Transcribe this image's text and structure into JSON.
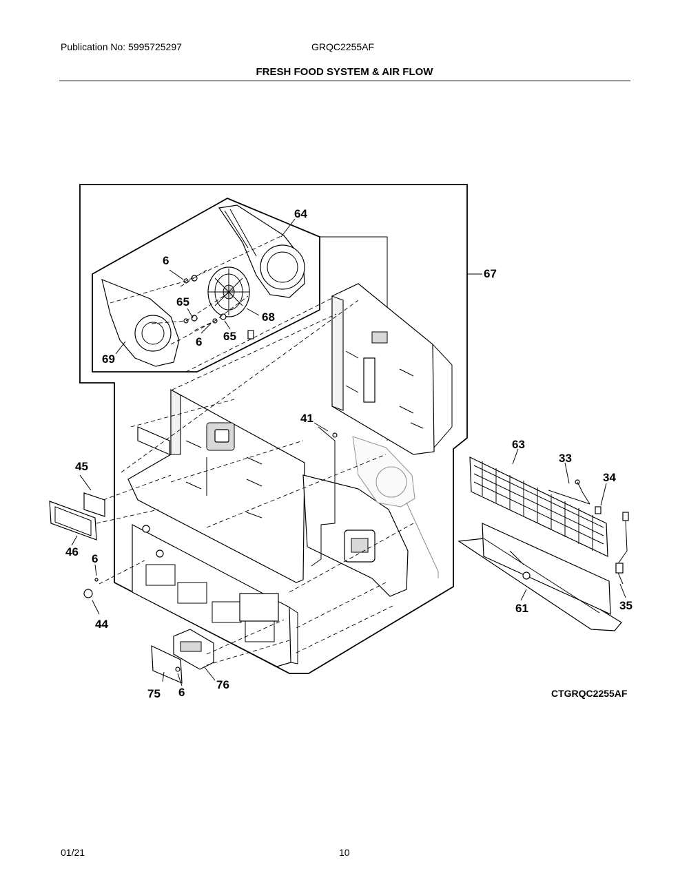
{
  "header": {
    "publication": "Publication No: 5995725297",
    "model": "GRQC2255AF",
    "title": "FRESH FOOD SYSTEM & AIR FLOW"
  },
  "callouts": {
    "c64": "64",
    "c6a": "6",
    "c65a": "65",
    "c68": "68",
    "c65b": "65",
    "c6b": "6",
    "c69": "69",
    "c67": "67",
    "c41": "41",
    "c63": "63",
    "c33": "33",
    "c34": "34",
    "c45": "45",
    "c46": "46",
    "c6c": "6",
    "c44": "44",
    "c61": "61",
    "c35": "35",
    "c75": "75",
    "c6d": "6",
    "c76": "76"
  },
  "diagram_code": "CTGRQC2255AF",
  "footer": {
    "date": "01/21",
    "page": "10"
  }
}
